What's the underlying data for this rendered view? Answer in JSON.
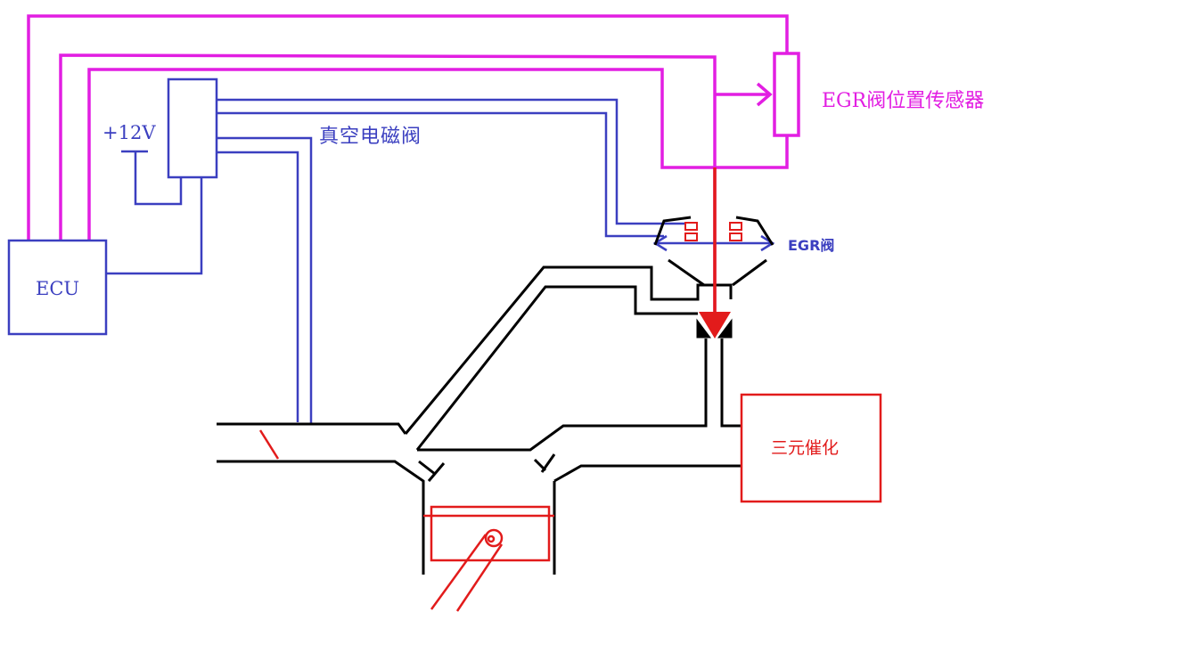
{
  "labels": {
    "ecu": "ECU",
    "supply": "+12V",
    "solenoid": "真空电磁阀",
    "egr_sensor": "EGR阀位置传感器",
    "egr_valve": "EGR阀",
    "catalyst": "三元催化"
  },
  "colors": {
    "wiring": "#3b3fc0",
    "sensor_wiring": "#e21ee2",
    "pipes": "#000000",
    "engine": "#e21b1b"
  }
}
